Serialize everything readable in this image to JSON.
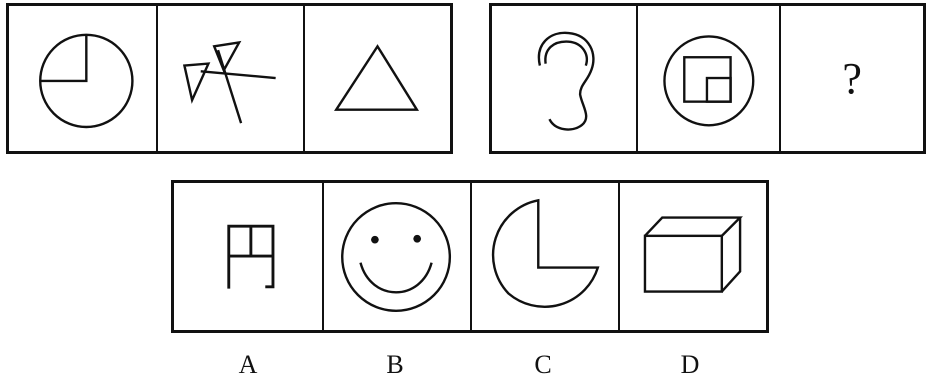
{
  "question": {
    "mark": "?"
  },
  "options": [
    {
      "label": "A",
      "icon": "yuan-character-icon"
    },
    {
      "label": "B",
      "icon": "smiley-face-icon"
    },
    {
      "label": "C",
      "icon": "pie-sector-icon"
    },
    {
      "label": "D",
      "icon": "cuboid-box-icon"
    }
  ]
}
